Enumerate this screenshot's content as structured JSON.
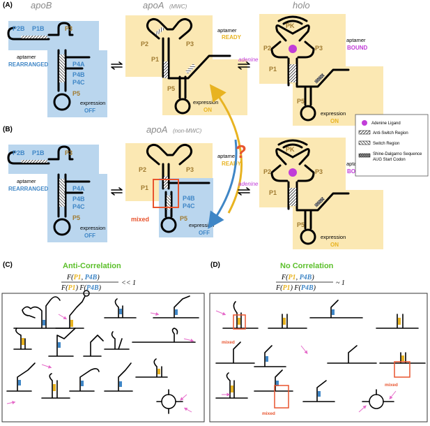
{
  "panels": {
    "a": "(A)",
    "b": "(B)",
    "c": "(C)",
    "d": "(D)"
  },
  "states": {
    "apoB": "apoB",
    "apoA_mwc": "apoA",
    "apoA_mwc_sub": "(MWC)",
    "holo": "holo",
    "apoA_nonmwc": "apoA",
    "apoA_nonmwc_sub": "(non-MWC)"
  },
  "helix_labels": {
    "p2b": "P2B",
    "p1b": "P1B",
    "p3": "P3",
    "p4a": "P4A",
    "p4b": "P4B",
    "p4c": "P4C",
    "p5": "P5",
    "p2": "P2",
    "p1": "P1",
    "pk": "PK"
  },
  "aptamer_word": "aptamer",
  "expression_word": "expression",
  "status": {
    "rearranged": "REARRANGED",
    "ready": "READY",
    "bound": "BOUND",
    "off": "OFF",
    "on": "ON"
  },
  "adenine": "adenine",
  "question_mark": "?",
  "mixed": "mixed",
  "legend": {
    "items": [
      {
        "icon": "ligand-dot-icon",
        "label": "Adenine Ligand"
      },
      {
        "icon": "anti-switch-hatch-icon",
        "label": "Anti-Switch Region"
      },
      {
        "icon": "switch-hatch-icon",
        "label": "Switch Region"
      },
      {
        "icon": "sd-sequence-icon",
        "label": "Shine-Dalgarno Sequence"
      },
      {
        "icon": "",
        "label": "AUG Start Codon"
      }
    ]
  },
  "correlations": {
    "anti": "Anti-Correlation",
    "none": "No Correlation",
    "formula_c": {
      "num": "F(P1, P4B)",
      "den": "F(P1) F(P4B)",
      "rel": "<< 1"
    },
    "formula_d": {
      "num": "F(P1, P4B)",
      "den": "F(P1) F(P4B)",
      "rel": "~ 1"
    }
  },
  "colors": {
    "blue_bg": "#bad6ee",
    "yellow_bg": "#fbe8b3",
    "blue": "#3f86c6",
    "gold": "#a07b31",
    "yellow": "#e8b321",
    "purple": "#c13dd8",
    "orange": "#e8542e",
    "green": "#5bbf2a",
    "pink": "#e56ac9"
  }
}
